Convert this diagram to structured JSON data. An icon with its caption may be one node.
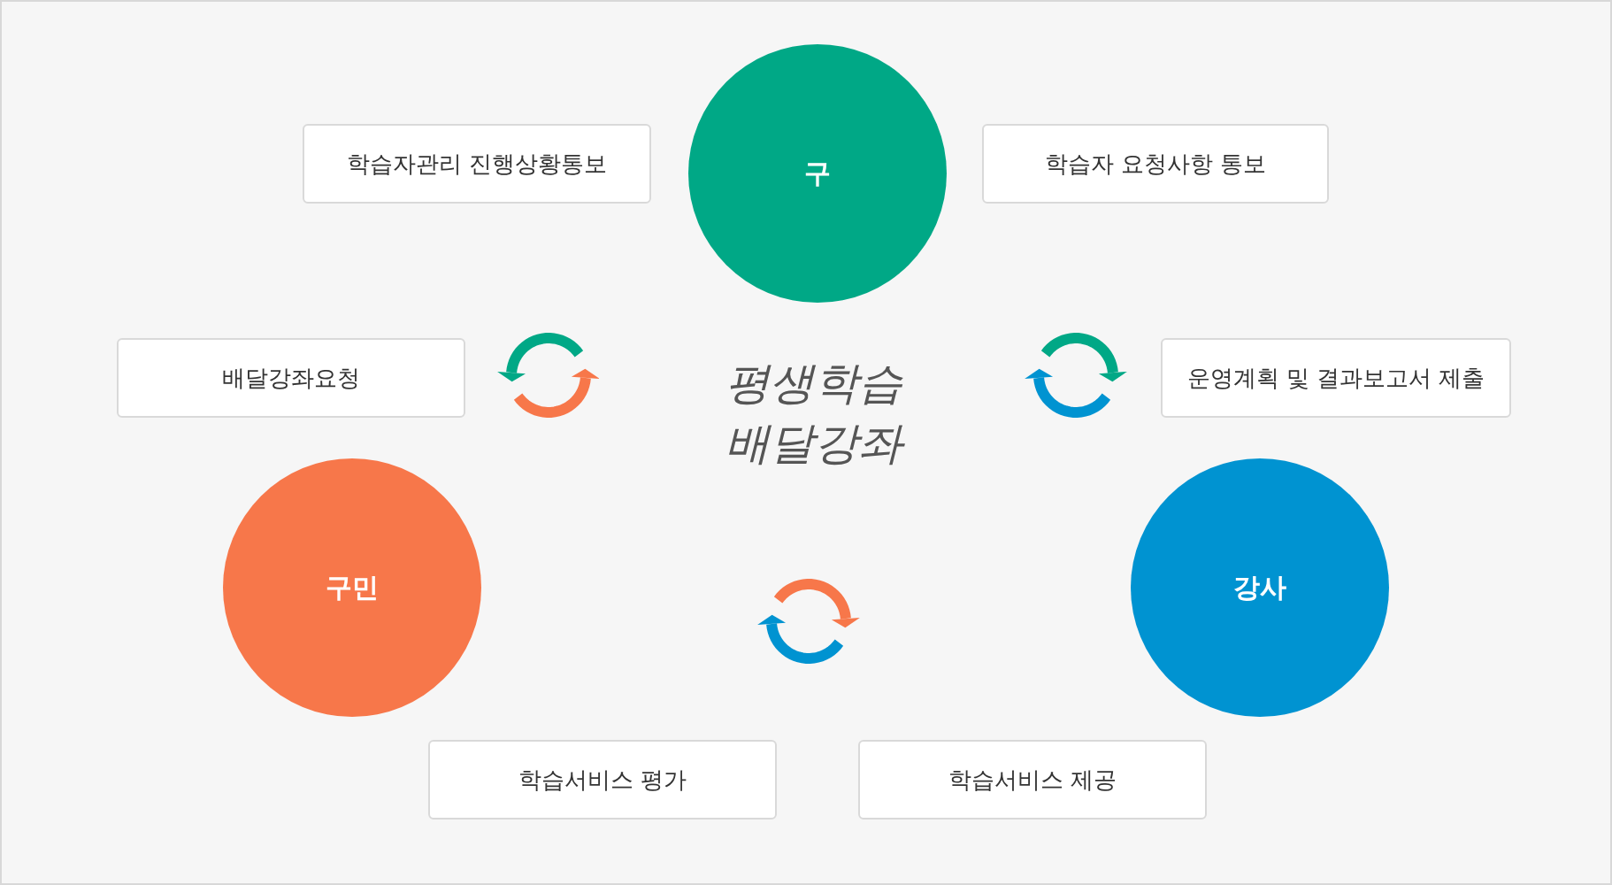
{
  "diagram": {
    "title": "평생학습 배달강좌",
    "nodes": [
      {
        "text": [
          "학습자관리 진행상황통보"
        ]
      },
      {
        "text": [
          "구"
        ]
      },
      {
        "text": [
          "학습자 요청사항 통보"
        ]
      },
      {
        "text": [
          "배달강좌요청"
        ]
      },
      {
        "text": [
          "운영계획 및 결과보고서 제출"
        ]
      },
      {
        "text": [
          "구민"
        ]
      },
      {
        "text": [
          "강사"
        ]
      },
      {
        "text": [
          "학습서비스 평가"
        ]
      },
      {
        "text": [
          "학습서비스 제공"
        ]
      }
    ]
  }
}
